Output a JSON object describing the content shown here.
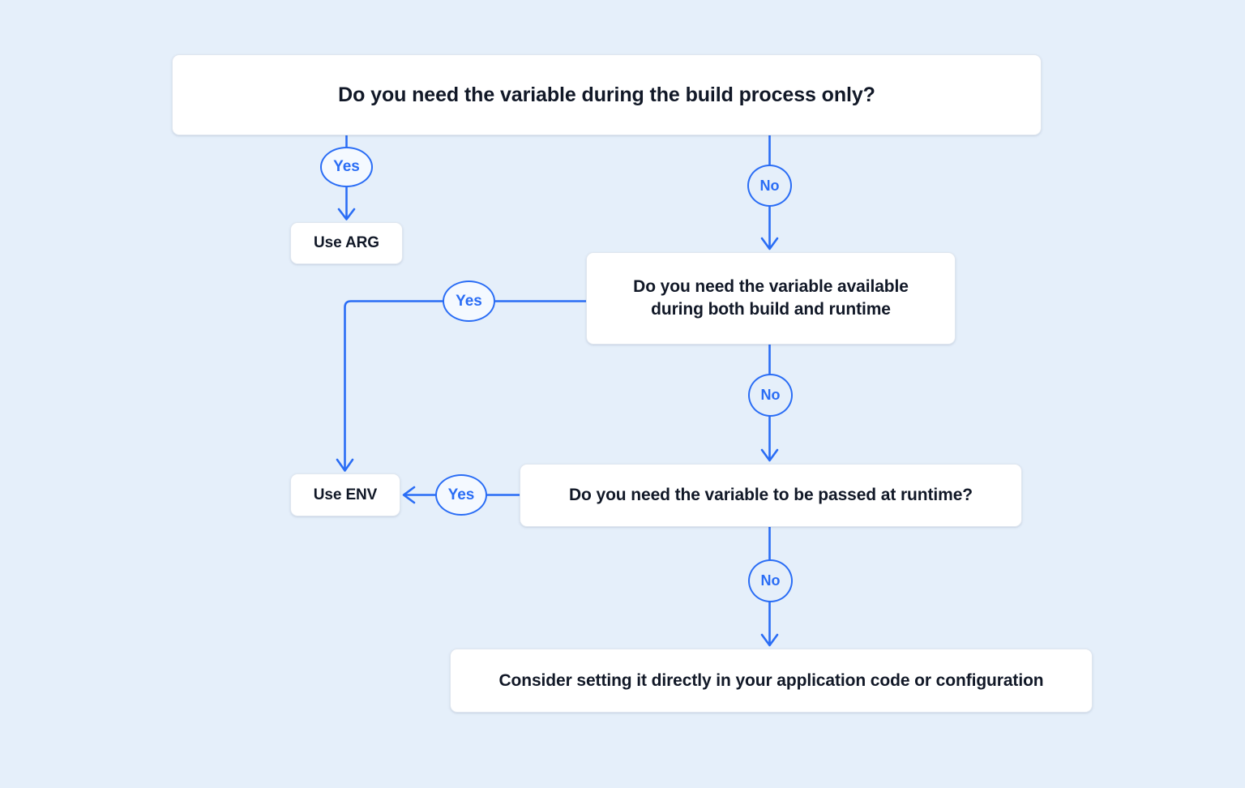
{
  "canvas": {
    "background_color": "#e5effa",
    "accent_color": "#2a6df5",
    "node_fill": "#ffffff",
    "node_text_color": "#111827"
  },
  "diagram": {
    "type": "flowchart",
    "orientation": "top-down",
    "nodes": [
      {
        "id": "question-build",
        "shape": "rounded-rect",
        "text": "Do you need the variable during the build process only?"
      },
      {
        "id": "use-arg",
        "shape": "rounded-rect",
        "text": "Use ARG"
      },
      {
        "id": "question-both",
        "shape": "rounded-rect",
        "text_line1": "Do you need the variable available",
        "text_line2": "during both build and runtime"
      },
      {
        "id": "use-env",
        "shape": "rounded-rect",
        "text": "Use ENV"
      },
      {
        "id": "question-runtime",
        "shape": "rounded-rect",
        "text": "Do you need the variable to be passed at runtime?"
      },
      {
        "id": "consider",
        "shape": "rounded-rect",
        "text": "Consider setting it directly in your application code or configuration"
      }
    ],
    "edges": [
      {
        "id": "yes-build",
        "from": "question-build",
        "to": "use-arg",
        "label": "Yes",
        "direction": "down"
      },
      {
        "id": "no-build",
        "from": "question-build",
        "to": "question-both",
        "label": "No",
        "direction": "down"
      },
      {
        "id": "yes-both",
        "from": "question-both",
        "to": "use-env",
        "label": "Yes",
        "direction": "left-then-down"
      },
      {
        "id": "no-both",
        "from": "question-both",
        "to": "question-runtime",
        "label": "No",
        "direction": "down"
      },
      {
        "id": "yes-runtime",
        "from": "question-runtime",
        "to": "use-env",
        "label": "Yes",
        "direction": "left"
      },
      {
        "id": "no-runtime",
        "from": "question-runtime",
        "to": "consider",
        "label": "No",
        "direction": "down"
      }
    ]
  }
}
